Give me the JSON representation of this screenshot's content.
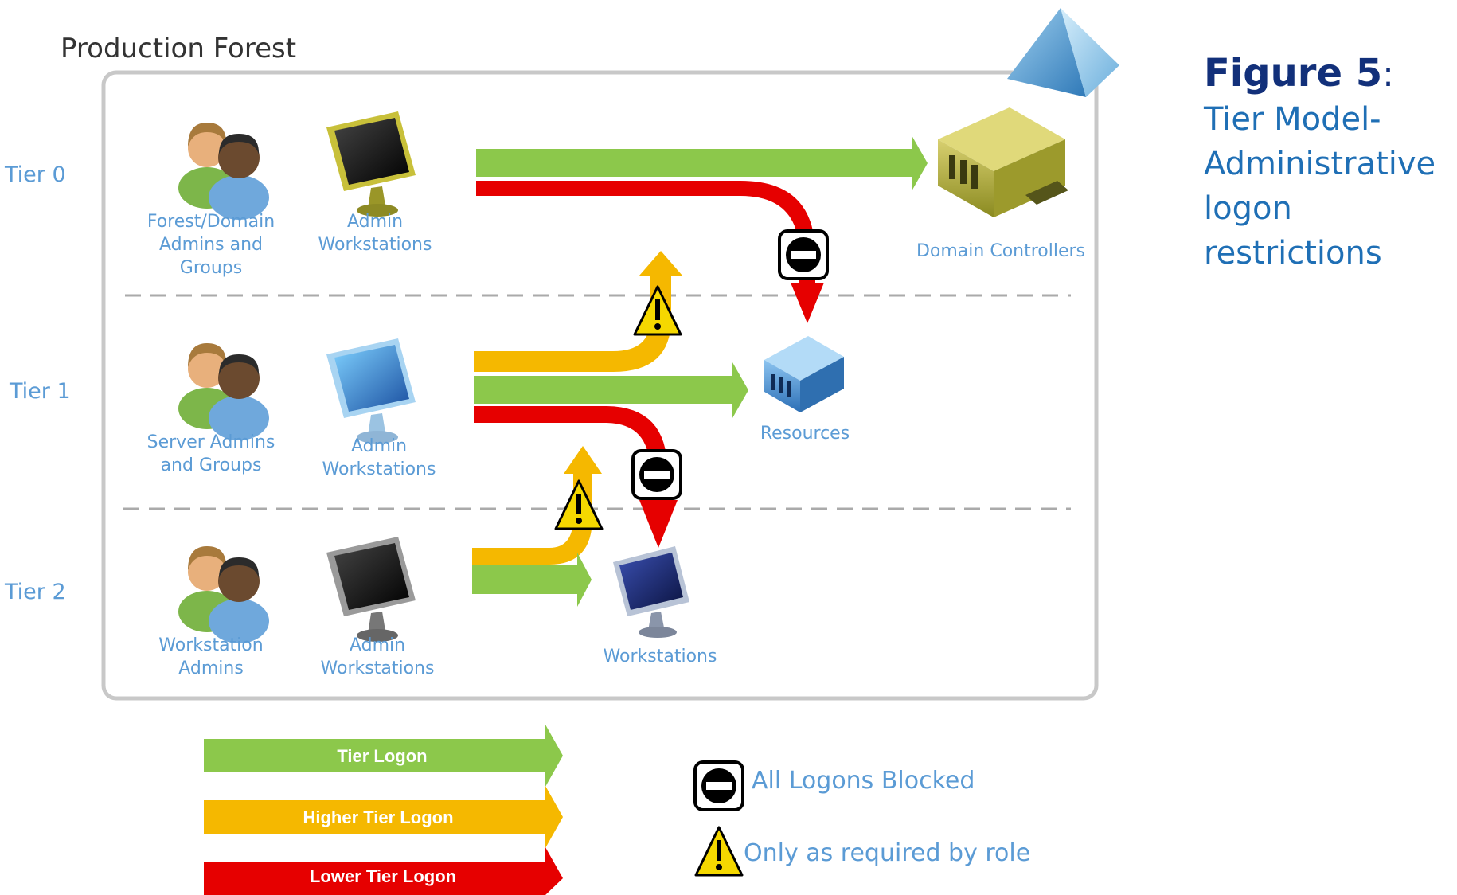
{
  "forest_title": "Production Forest",
  "tiers": [
    "Tier 0",
    "Tier 1",
    "Tier 2"
  ],
  "nodes": {
    "t0_admins": [
      "Forest/Domain",
      "Admins and",
      "Groups"
    ],
    "t0_workstations": [
      "Admin",
      "Workstations"
    ],
    "t1_admins": [
      "Server Admins",
      "and Groups"
    ],
    "t1_workstations": [
      "Admin",
      "Workstations"
    ],
    "t2_admins": [
      "Workstation",
      "Admins"
    ],
    "t2_workstations": [
      "Admin",
      "Workstations"
    ],
    "domain_controllers": "Domain Controllers",
    "resources": "Resources",
    "workstations": "Workstations"
  },
  "legend": {
    "tier_logon": "Tier Logon",
    "higher_tier_logon": "Higher Tier Logon",
    "lower_tier_logon": "Lower Tier Logon",
    "all_blocked": "All Logons Blocked",
    "only_required": "Only as required by role"
  },
  "caption": {
    "figure": "Figure 5",
    "colon": ":",
    "lines": [
      "Tier Model-",
      "Administrative",
      "logon restrictions"
    ]
  },
  "colors": {
    "green": "#8cc84b",
    "yellow": "#f5b800",
    "red": "#e60000",
    "label_blue": "#5b9bd5",
    "caption_dark": "#12307a"
  }
}
